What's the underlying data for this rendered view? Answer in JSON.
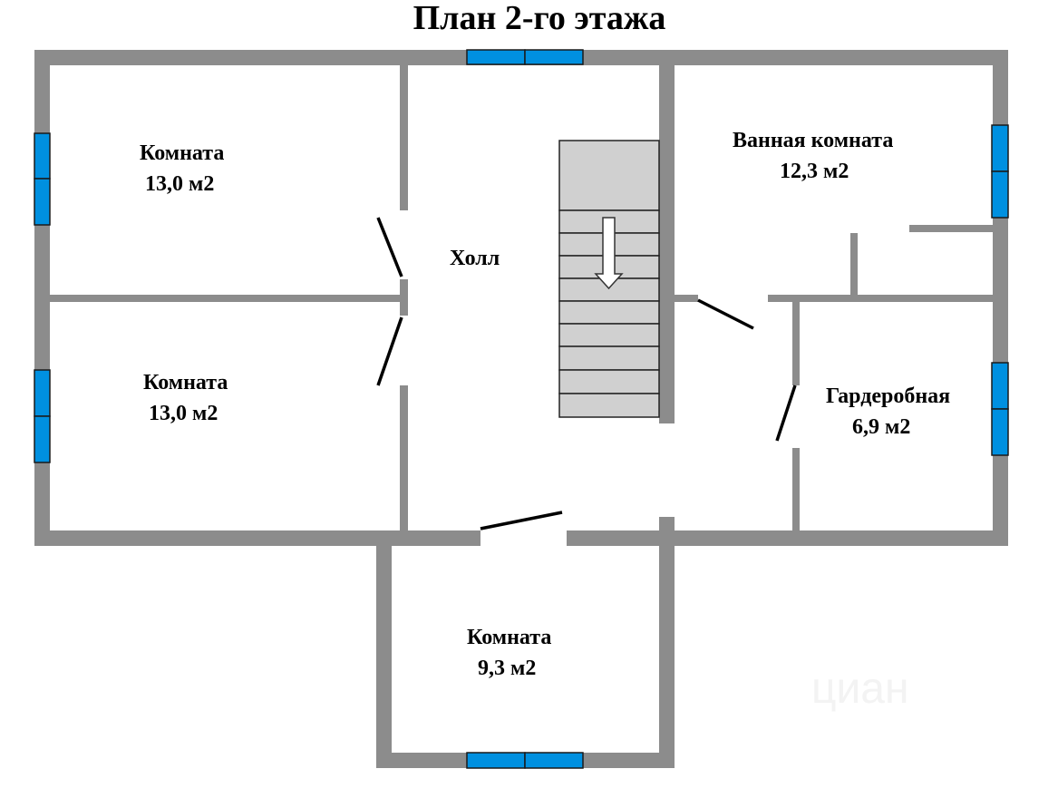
{
  "title": "План 2-го этажа",
  "rooms": [
    {
      "name": "Комната",
      "area": "13,0 м2"
    },
    {
      "name": "Комната",
      "area": "13,0 м2"
    },
    {
      "name": "Холл"
    },
    {
      "name": "Ванная комната",
      "area": "12,3 м2"
    },
    {
      "name": "Гардеробная",
      "area": "6,9 м2"
    },
    {
      "name": "Комната",
      "area": "9,3 м2"
    }
  ],
  "watermark": "циан",
  "colors": {
    "wall": "#8c8c8c",
    "window": "#0090e0",
    "stairs": "#d0d0d0"
  }
}
